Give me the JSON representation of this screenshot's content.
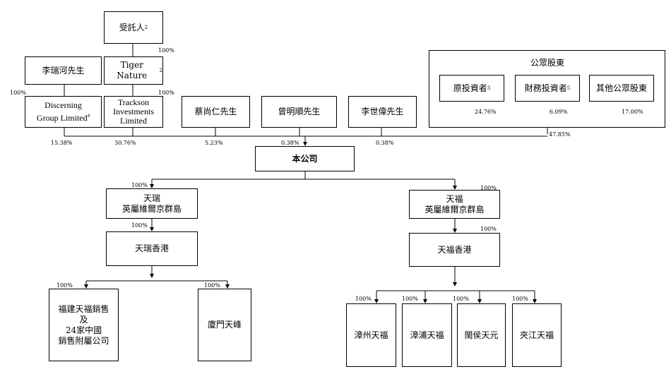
{
  "entities": {
    "trustee": "受託人",
    "trustee_sup": "2",
    "tiger_nature": "Tiger Nature",
    "tiger_nature_sup": "2",
    "li_ruihe": "李瑞河先生",
    "discerning_l1": "Discerning",
    "discerning_l2": "Group Limited",
    "discerning_sup": "4",
    "trackson_l1": "Trackson",
    "trackson_l2": "Investments",
    "trackson_l3": "Limited",
    "cai": "蔡尚仁先生",
    "zeng": "曾明順先生",
    "li_shiwei": "李世偉先生",
    "public_group": "公眾股東",
    "original_investors": "原投資者",
    "original_investors_sup": "3",
    "financial_investors": "財務投資者",
    "financial_investors_sup": "5",
    "other_public": "其他公眾股東",
    "company": "本公司",
    "tianrui_bvi_l1": "天瑞",
    "tianrui_bvi_l2": "英屬維爾京群島",
    "tianfu_bvi_l1": "天福",
    "tianfu_bvi_l2": "英屬維爾京群島",
    "tianrui_hk": "天瑞香港",
    "tianfu_hk": "天福香港",
    "fujian_l1": "福建天福銷售",
    "fujian_l2": "及",
    "fujian_l3": "24家中國",
    "fujian_l4": "銷售附屬公司",
    "xiamen": "廈門天峰",
    "zhangzhou": "漳州天福",
    "zhangpu": "漳浦天福",
    "minhou": "閩侯天元",
    "jiajiang": "夾江天福"
  },
  "percentages": {
    "trustee_to_tiger": "100%",
    "li_to_discerning": "100%",
    "tiger_to_trackson": "100%",
    "discerning_stake": "15.38%",
    "trackson_stake": "30.76%",
    "cai_stake": "5.23%",
    "zeng_stake": "0.38%",
    "li_shiwei_stake": "0.38%",
    "public_stake": "47.85%",
    "original_investors_stake": "24.76%",
    "financial_investors_stake": "6.09%",
    "other_public_stake": "17.00%",
    "company_to_tianrui_bvi": "100%",
    "company_to_tianfu_bvi": "100%",
    "tianrui_bvi_to_hk": "100%",
    "tianfu_bvi_to_hk": "100%",
    "tianrui_hk_to_fujian": "100%",
    "tianrui_hk_to_xiamen": "100%",
    "tianfu_hk_to_zhangzhou": "100%",
    "tianfu_hk_to_zhangpu": "100%",
    "tianfu_hk_to_minhou": "100%",
    "tianfu_hk_to_jiajiang": "100%"
  }
}
